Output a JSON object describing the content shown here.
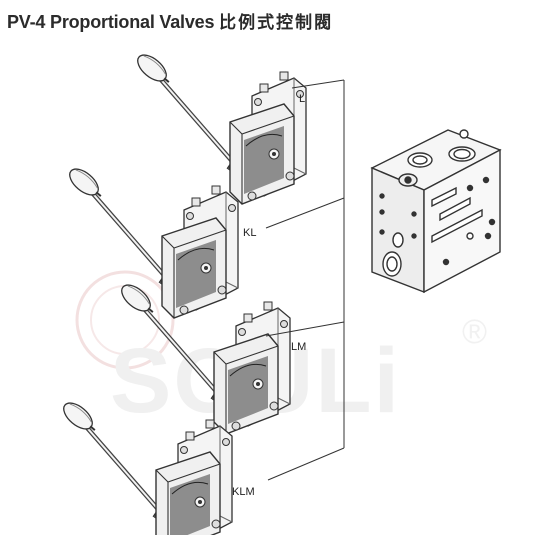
{
  "header": {
    "title_en": "PV-4 Proportional Valves",
    "title_zh": "比例式控制閥"
  },
  "watermark": {
    "text": "SOULi",
    "mark": "®"
  },
  "valves": [
    {
      "label": "L"
    },
    {
      "label": "KL"
    },
    {
      "label": "LM"
    },
    {
      "label": "KLM"
    }
  ],
  "icons": [
    "lever-valve-icon",
    "manifold-block-icon"
  ],
  "colors": {
    "line": "#333333",
    "watermark": "#e8c8c8"
  }
}
